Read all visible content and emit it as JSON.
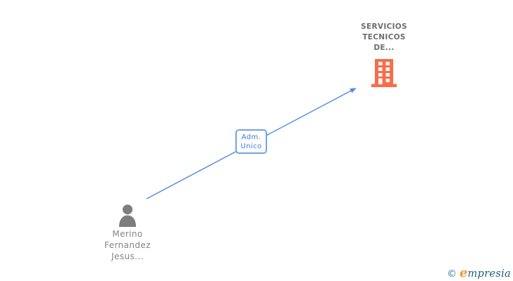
{
  "nodes": {
    "company": {
      "type": "company",
      "name_lines": [
        "SERVICIOS",
        "TECNICOS",
        "DE..."
      ],
      "icon": "building-icon",
      "icon_color": "#FA6C4A",
      "text_color": "#6E6E6E"
    },
    "person": {
      "type": "person",
      "name_lines": [
        "Merino",
        "Fernandez",
        "Jesus..."
      ],
      "icon": "person-icon",
      "icon_color": "#7D7D7D",
      "text_color": "#848484"
    }
  },
  "edges": [
    {
      "from": "person",
      "to": "company",
      "label_lines": [
        "Adm.",
        "Unico"
      ],
      "line_color": "#5287E6",
      "label_text_color": "#3F7CCF",
      "label_border_color": "#70A4E8"
    }
  ],
  "watermark": {
    "copyright_symbol": "©",
    "brand_initial": "e",
    "brand_rest": "mpresia",
    "copyright_color": "#2A8096",
    "brand_initial_color": "#F2982E",
    "brand_rest_color": "#1D607A"
  }
}
